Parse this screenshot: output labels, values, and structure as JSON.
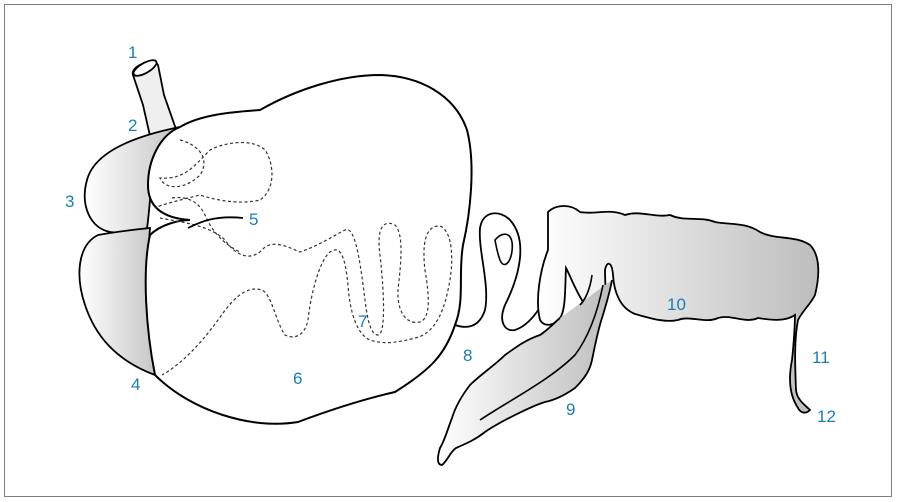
{
  "diagram": {
    "accent_color": "#1a7fb5",
    "labels": [
      {
        "id": "1",
        "text": "1"
      },
      {
        "id": "2",
        "text": "2"
      },
      {
        "id": "3",
        "text": "3"
      },
      {
        "id": "4",
        "text": "4"
      },
      {
        "id": "5",
        "text": "5"
      },
      {
        "id": "6",
        "text": "6"
      },
      {
        "id": "7",
        "text": "7"
      },
      {
        "id": "8",
        "text": "8"
      },
      {
        "id": "9",
        "text": "9"
      },
      {
        "id": "10",
        "text": "10"
      },
      {
        "id": "11",
        "text": "11"
      },
      {
        "id": "12",
        "text": "12"
      }
    ]
  }
}
